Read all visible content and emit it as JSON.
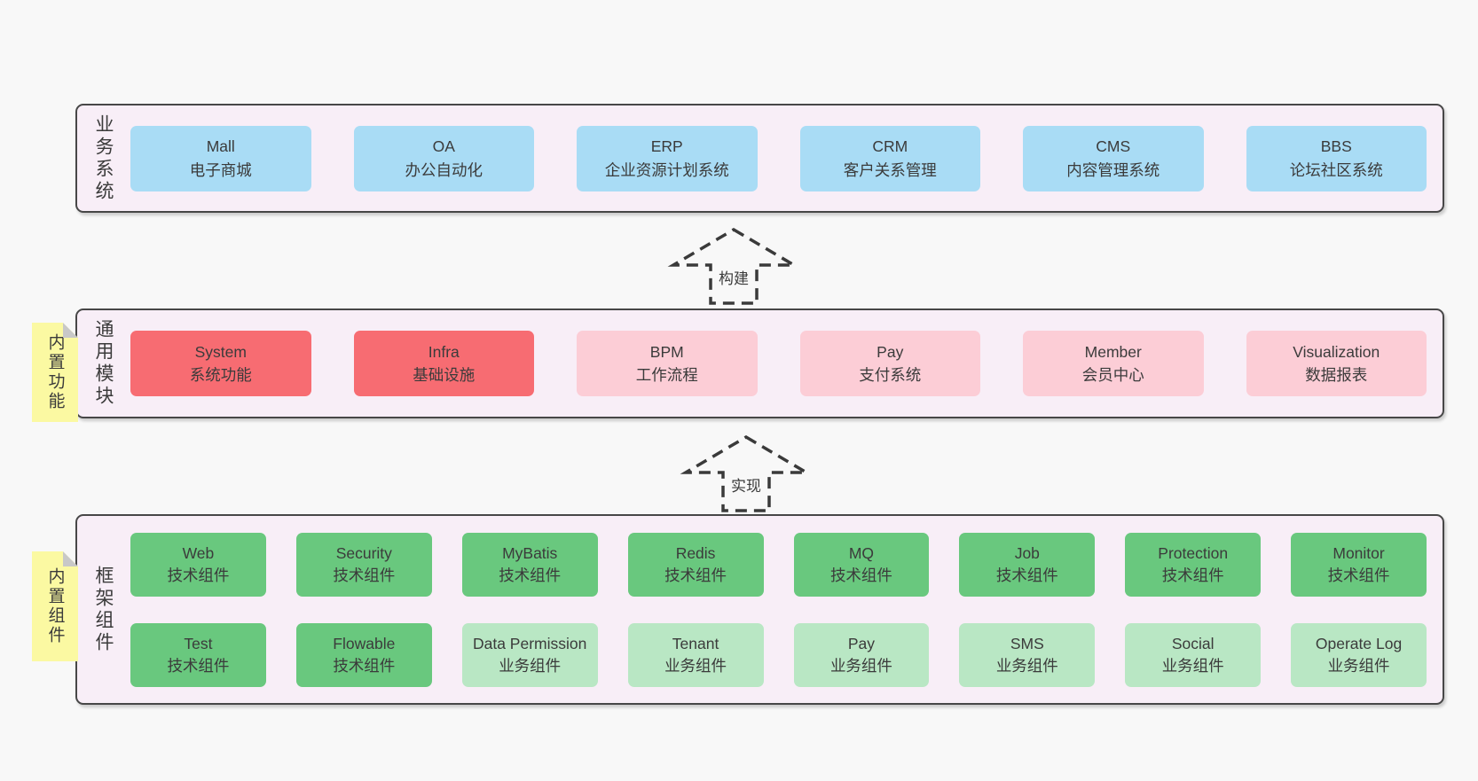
{
  "page": {
    "background": "#f8f8f8"
  },
  "palette": {
    "layer_bg": "#f8eef7",
    "layer_border": "#474747",
    "blue": "#a9dcf5",
    "red": "#f76c72",
    "pink": "#fccdd6",
    "green": "#69c87e",
    "lightgreen": "#b9e7c4",
    "note_bg": "#fbf9a2",
    "note_fold": "#c8c8c8",
    "text": "#3b3b3b"
  },
  "arrows": [
    {
      "label": "构建"
    },
    {
      "label": "实现"
    }
  ],
  "layers": [
    {
      "label": "业务系统",
      "note": "",
      "rows": [
        [
          {
            "name": "Mall",
            "desc": "电子商城",
            "style": "blue"
          },
          {
            "name": "OA",
            "desc": "办公自动化",
            "style": "blue"
          },
          {
            "name": "ERP",
            "desc": "企业资源计划系统",
            "style": "blue"
          },
          {
            "name": "CRM",
            "desc": "客户关系管理",
            "style": "blue"
          },
          {
            "name": "CMS",
            "desc": "内容管理系统",
            "style": "blue"
          },
          {
            "name": "BBS",
            "desc": "论坛社区系统",
            "style": "blue"
          }
        ]
      ]
    },
    {
      "label": "通用模块",
      "note": "内置功能",
      "rows": [
        [
          {
            "name": "System",
            "desc": "系统功能",
            "style": "red"
          },
          {
            "name": "Infra",
            "desc": "基础设施",
            "style": "red"
          },
          {
            "name": "BPM",
            "desc": "工作流程",
            "style": "pink"
          },
          {
            "name": "Pay",
            "desc": "支付系统",
            "style": "pink"
          },
          {
            "name": "Member",
            "desc": "会员中心",
            "style": "pink"
          },
          {
            "name": "Visualization",
            "desc": "数据报表",
            "style": "pink"
          }
        ]
      ]
    },
    {
      "label": "框架组件",
      "note": "内置组件",
      "rows": [
        [
          {
            "name": "Web",
            "desc": "技术组件",
            "style": "green"
          },
          {
            "name": "Security",
            "desc": "技术组件",
            "style": "green"
          },
          {
            "name": "MyBatis",
            "desc": "技术组件",
            "style": "green"
          },
          {
            "name": "Redis",
            "desc": "技术组件",
            "style": "green"
          },
          {
            "name": "MQ",
            "desc": "技术组件",
            "style": "green"
          },
          {
            "name": "Job",
            "desc": "技术组件",
            "style": "green"
          },
          {
            "name": "Protection",
            "desc": "技术组件",
            "style": "green"
          },
          {
            "name": "Monitor",
            "desc": "技术组件",
            "style": "green"
          }
        ],
        [
          {
            "name": "Test",
            "desc": "技术组件",
            "style": "green"
          },
          {
            "name": "Flowable",
            "desc": "技术组件",
            "style": "green"
          },
          {
            "name": "Data Permission",
            "desc": "业务组件",
            "style": "lightgreen"
          },
          {
            "name": "Tenant",
            "desc": "业务组件",
            "style": "lightgreen"
          },
          {
            "name": "Pay",
            "desc": "业务组件",
            "style": "lightgreen"
          },
          {
            "name": "SMS",
            "desc": "业务组件",
            "style": "lightgreen"
          },
          {
            "name": "Social",
            "desc": "业务组件",
            "style": "lightgreen"
          },
          {
            "name": "Operate Log",
            "desc": "业务组件",
            "style": "lightgreen"
          }
        ]
      ]
    }
  ]
}
